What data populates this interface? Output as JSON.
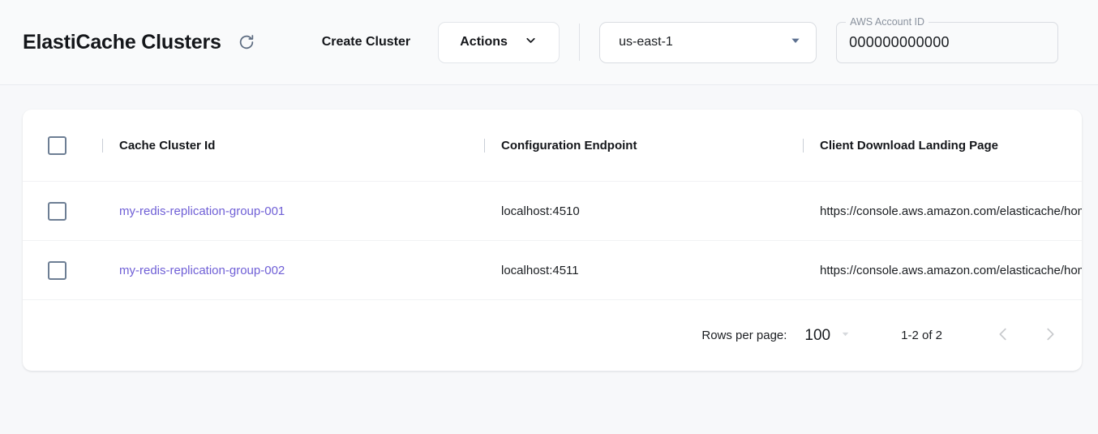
{
  "header": {
    "title": "ElastiCache Clusters",
    "refresh_icon": "refresh-icon",
    "create_cluster_label": "Create Cluster",
    "actions_label": "Actions",
    "actions_caret_icon": "chevron-down-icon",
    "region": {
      "value": "us-east-1",
      "caret_icon": "triangle-down-icon"
    },
    "account": {
      "label": "AWS Account ID",
      "value": "000000000000"
    }
  },
  "table": {
    "columns": [
      {
        "key": "cache_cluster_id",
        "label": "Cache Cluster Id"
      },
      {
        "key": "configuration_endpoint",
        "label": "Configuration Endpoint"
      },
      {
        "key": "client_download_landing_page",
        "label": "Client Download Landing Page"
      }
    ],
    "rows": [
      {
        "cache_cluster_id": "my-redis-replication-group-001",
        "configuration_endpoint": "localhost:4510",
        "client_download_landing_page": "https://console.aws.amazon.com/elasticache/home"
      },
      {
        "cache_cluster_id": "my-redis-replication-group-002",
        "configuration_endpoint": "localhost:4511",
        "client_download_landing_page": "https://console.aws.amazon.com/elasticache/home"
      }
    ]
  },
  "pagination": {
    "rows_per_page_label": "Rows per page:",
    "rows_per_page_value": "100",
    "rows_per_page_caret_icon": "triangle-down-icon",
    "range_label": "1-2 of 2",
    "prev_icon": "chevron-left-icon",
    "next_icon": "chevron-right-icon"
  },
  "colors": {
    "link": "#6f5fd6",
    "page_background": "#f7f8fa",
    "card_background": "#ffffff",
    "checkbox_border": "#6d7e94",
    "disabled_chevron": "#c8cacd"
  }
}
